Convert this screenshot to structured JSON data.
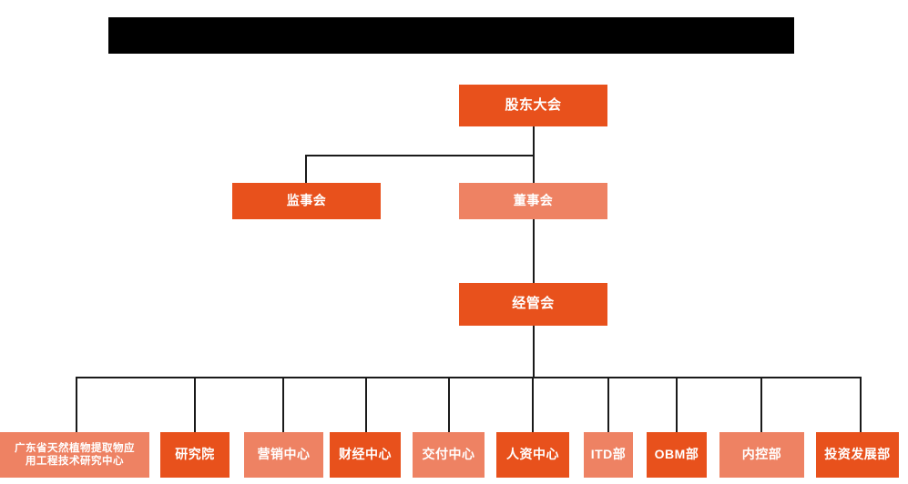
{
  "diagram": {
    "title_bar": {
      "name": "redacted-title-bar",
      "text": ""
    },
    "colors": {
      "accent_dark": "#E8511C",
      "accent_light": "#EE8263",
      "connector": "#1a1a1a",
      "text": "#FFFFFF",
      "background": "#FFFFFF",
      "redaction": "#000000"
    },
    "levels": [
      {
        "level": 1,
        "nodes": [
          {
            "id": "shareholders-meeting",
            "label": "股东大会",
            "tone": "dark"
          }
        ]
      },
      {
        "level": 2,
        "nodes": [
          {
            "id": "supervisory-board",
            "label": "监事会",
            "tone": "dark"
          },
          {
            "id": "board-of-directors",
            "label": "董事会",
            "tone": "light"
          }
        ]
      },
      {
        "level": 3,
        "nodes": [
          {
            "id": "management-committee",
            "label": "经管会",
            "tone": "dark"
          }
        ]
      },
      {
        "level": 4,
        "nodes": [
          {
            "id": "engineering-research-center",
            "label": "广东省天然植物提取物应\n用工程技术研究中心",
            "tone": "light"
          },
          {
            "id": "research-institute",
            "label": "研究院",
            "tone": "dark"
          },
          {
            "id": "marketing-center",
            "label": "营销中心",
            "tone": "light"
          },
          {
            "id": "finance-center",
            "label": "财经中心",
            "tone": "dark"
          },
          {
            "id": "delivery-center",
            "label": "交付中心",
            "tone": "light"
          },
          {
            "id": "hr-center",
            "label": "人资中心",
            "tone": "dark"
          },
          {
            "id": "itd-department",
            "label": "ITD部",
            "tone": "light"
          },
          {
            "id": "obm-department",
            "label": "OBM部",
            "tone": "dark"
          },
          {
            "id": "internal-control-department",
            "label": "内控部",
            "tone": "light"
          },
          {
            "id": "investment-development-department",
            "label": "投资发展部",
            "tone": "dark"
          }
        ]
      }
    ],
    "nodes": {
      "shareholders_meeting": "股东大会",
      "supervisory_board": "监事会",
      "board_of_directors": "董事会",
      "management_committee": "经管会",
      "engineering_research_center": "广东省天然植物提取物应\n用工程技术研究中心",
      "research_institute": "研究院",
      "marketing_center": "营销中心",
      "finance_center": "财经中心",
      "delivery_center": "交付中心",
      "hr_center": "人资中心",
      "itd_department": "ITD部",
      "obm_department": "OBM部",
      "internal_control_department": "内控部",
      "investment_development_department": "投资发展部"
    }
  }
}
